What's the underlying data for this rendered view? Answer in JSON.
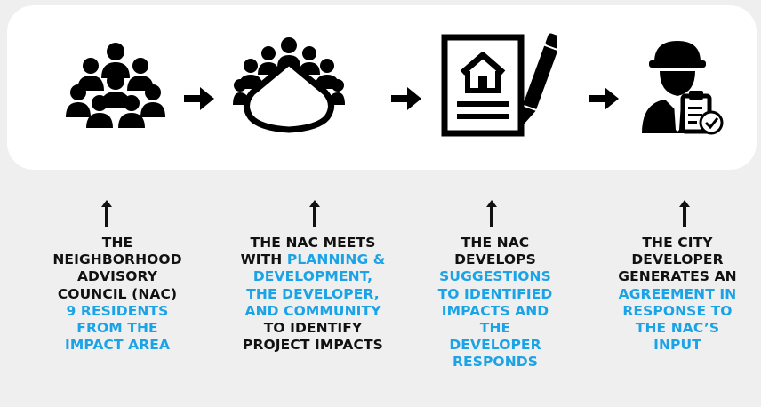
{
  "colors": {
    "background": "#efefef",
    "panel": "#ffffff",
    "icon": "#000000",
    "text": "#111111",
    "highlight": "#1aa3e6"
  },
  "icons": [
    "people-group-icon",
    "meeting-table-icon",
    "house-document-pen-icon",
    "engineer-checklist-icon"
  ],
  "steps": [
    {
      "lines": [
        {
          "text": "THE",
          "hl": false
        },
        {
          "text": "NEIGHBORHOOD",
          "hl": false
        },
        {
          "text": "ADVISORY",
          "hl": false
        },
        {
          "text": "COUNCIL (NAC)",
          "hl": false
        },
        {
          "text": "9 RESIDENTS",
          "hl": true
        },
        {
          "text": "FROM THE",
          "hl": true
        },
        {
          "text": "IMPACT AREA",
          "hl": true
        }
      ]
    },
    {
      "lines": [
        {
          "text": "THE NAC MEETS",
          "hl": false
        },
        {
          "text": "WITH ",
          "hl": false,
          "tail": "PLANNING &"
        },
        {
          "text": "DEVELOPMENT,",
          "hl": true
        },
        {
          "text": "THE DEVELOPER,",
          "hl": true
        },
        {
          "text": "AND COMMUNITY",
          "hl": true
        },
        {
          "text": "TO IDENTIFY",
          "hl": false
        },
        {
          "text": "PROJECT IMPACTS",
          "hl": false
        }
      ]
    },
    {
      "lines": [
        {
          "text": "THE NAC",
          "hl": false
        },
        {
          "text": "DEVELOPS",
          "hl": false
        },
        {
          "text": "SUGGESTIONS",
          "hl": true
        },
        {
          "text": "TO IDENTIFIED",
          "hl": true
        },
        {
          "text": "IMPACTS AND",
          "hl": true
        },
        {
          "text": "THE",
          "hl": true
        },
        {
          "text": "DEVELOPER",
          "hl": true
        },
        {
          "text": "RESPONDS",
          "hl": true
        }
      ]
    },
    {
      "lines": [
        {
          "text": "THE CITY",
          "hl": false
        },
        {
          "text": "DEVELOPER",
          "hl": false
        },
        {
          "text": "GENERATES AN",
          "hl": false
        },
        {
          "text": "AGREEMENT IN",
          "hl": true
        },
        {
          "text": "RESPONSE TO",
          "hl": true
        },
        {
          "text": "THE NAC’S",
          "hl": true
        },
        {
          "text": "INPUT",
          "hl": true
        }
      ]
    }
  ]
}
